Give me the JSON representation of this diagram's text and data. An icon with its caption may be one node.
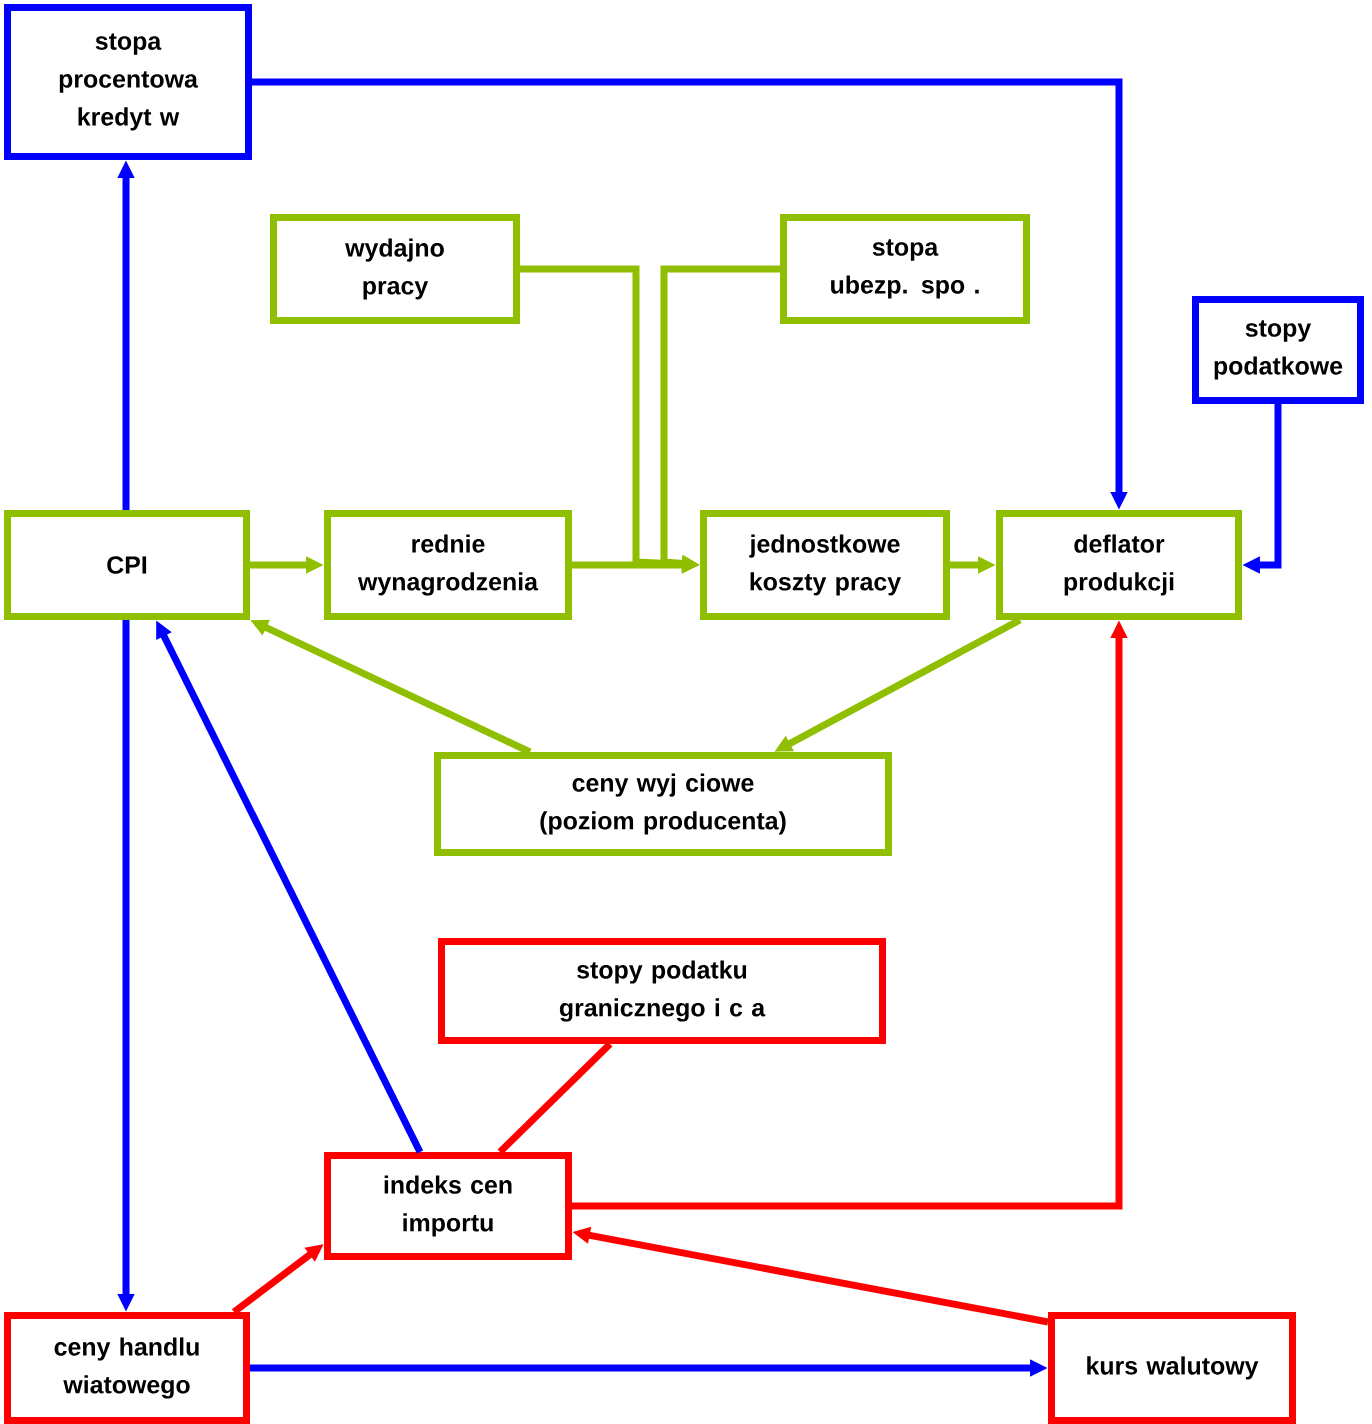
{
  "diagram": {
    "nodes": [
      {
        "text": [
          "stopa procentowa kredyt w"
        ]
      },
      {
        "text": [
          "wydajno pracy"
        ]
      },
      {
        "text": [
          "stopa ubezp. spo ."
        ]
      },
      {
        "text": [
          "stopy podatkowe"
        ]
      },
      {
        "text": [
          "CPI"
        ]
      },
      {
        "text": [
          "rednie wynagrodzenia"
        ]
      },
      {
        "text": [
          "jednostkowe koszty pracy"
        ]
      },
      {
        "text": [
          "deflator produkcji"
        ]
      },
      {
        "text": [
          "ceny wyj ciowe (poziom producenta)"
        ]
      },
      {
        "text": [
          "stopy podatku granicznego i c a"
        ]
      },
      {
        "text": [
          "indeks cen importu"
        ]
      },
      {
        "text": [
          "ceny handlu wiatowego"
        ]
      },
      {
        "text": [
          "kurs walutowy"
        ]
      }
    ],
    "edges": [
      {
        "from": 4,
        "to": 0,
        "arrow": "to",
        "color": "#0000ff"
      },
      {
        "from": 0,
        "to": 7,
        "arrow": "to",
        "color": "#0000ff"
      },
      {
        "from": 3,
        "to": 7,
        "arrow": "to",
        "color": "#0000ff"
      },
      {
        "from": 4,
        "to": 5,
        "arrow": "to"
      },
      {
        "from": 5,
        "to": 6,
        "arrow": "to"
      },
      {
        "from": 1,
        "to": 6,
        "arrow": "to"
      },
      {
        "from": 2,
        "to": 6,
        "arrow": "to"
      },
      {
        "from": 6,
        "to": 7,
        "arrow": "to"
      },
      {
        "from": 8,
        "to": 4,
        "arrow": "to"
      },
      {
        "from": 7,
        "to": 8,
        "arrow": "to"
      },
      {
        "from": 4,
        "to": 11,
        "arrow": "to",
        "color": "#0000ff"
      },
      {
        "from": 10,
        "to": 4,
        "arrow": "to",
        "color": "#0000ff"
      },
      {
        "from": 9,
        "to": 10,
        "arrow": "none",
        "color": "#ff0000"
      },
      {
        "from": 11,
        "to": 10,
        "arrow": "to",
        "color": "#ff0000"
      },
      {
        "from": 10,
        "to": 7,
        "arrow": "to",
        "color": "#ff0000"
      },
      {
        "from": 12,
        "to": 10,
        "arrow": "to",
        "color": "#ff0000"
      },
      {
        "from": 11,
        "to": 12,
        "arrow": "to",
        "color": "#0000ff"
      }
    ]
  }
}
